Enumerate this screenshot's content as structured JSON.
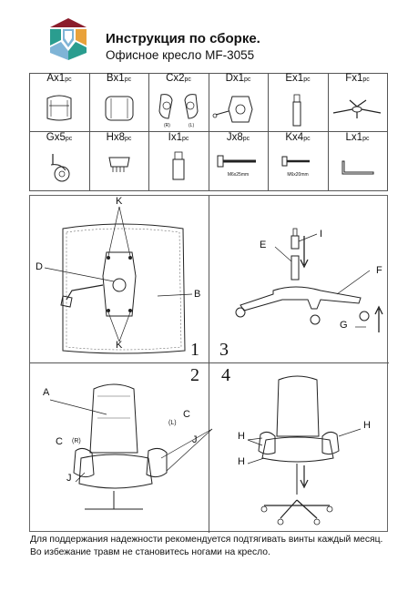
{
  "header": {
    "title": "Инструкция по сборке.",
    "subtitle": "Офисное кресло MF-3055"
  },
  "parts": [
    {
      "code": "A",
      "qty": "x1",
      "unit": "pc"
    },
    {
      "code": "B",
      "qty": "x1",
      "unit": "pc"
    },
    {
      "code": "C",
      "qty": "x2",
      "unit": "pc",
      "sub_labels": [
        "(R)",
        "(L)"
      ]
    },
    {
      "code": "D",
      "qty": "x1",
      "unit": "pc"
    },
    {
      "code": "E",
      "qty": "x1",
      "unit": "pc"
    },
    {
      "code": "F",
      "qty": "x1",
      "unit": "pc"
    },
    {
      "code": "G",
      "qty": "x5",
      "unit": "pc"
    },
    {
      "code": "H",
      "qty": "x8",
      "unit": "pc"
    },
    {
      "code": "I",
      "qty": "x1",
      "unit": "pc"
    },
    {
      "code": "J",
      "qty": "x8",
      "unit": "pc",
      "note": "M6x25mm"
    },
    {
      "code": "K",
      "qty": "x4",
      "unit": "pc",
      "note": "M6x20mm"
    },
    {
      "code": "L",
      "qty": "x1",
      "unit": "pc"
    }
  ],
  "steps": {
    "step1": {
      "number": "1",
      "callouts": [
        "K",
        "D",
        "B",
        "K"
      ]
    },
    "step2": {
      "number": "2",
      "callouts": [
        "A",
        "C",
        "(R)",
        "(L)",
        "C",
        "J",
        "J"
      ]
    },
    "step3": {
      "number": "3",
      "callouts": [
        "E",
        "I",
        "F",
        "G"
      ]
    },
    "step4": {
      "number": "4",
      "callouts": [
        "H",
        "H",
        "H"
      ]
    }
  },
  "notes": {
    "line1": "Для поддержания надежности рекомендуется подтягивать винты каждый месяц.",
    "line2": "Во избежание травм не становитесь ногами на кресло."
  }
}
